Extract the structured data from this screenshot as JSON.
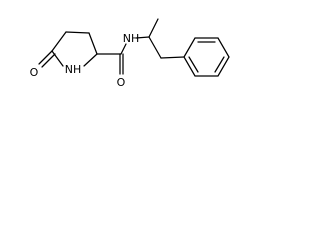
{
  "structure": {
    "atoms": {
      "ring_oxygen": "O",
      "ring_nh": "NH",
      "carbonyl_oxygen": "O",
      "amide_nh": "NH"
    },
    "colors": {
      "bond": "#000000",
      "label": "#000000",
      "background": "#ffffff"
    }
  }
}
